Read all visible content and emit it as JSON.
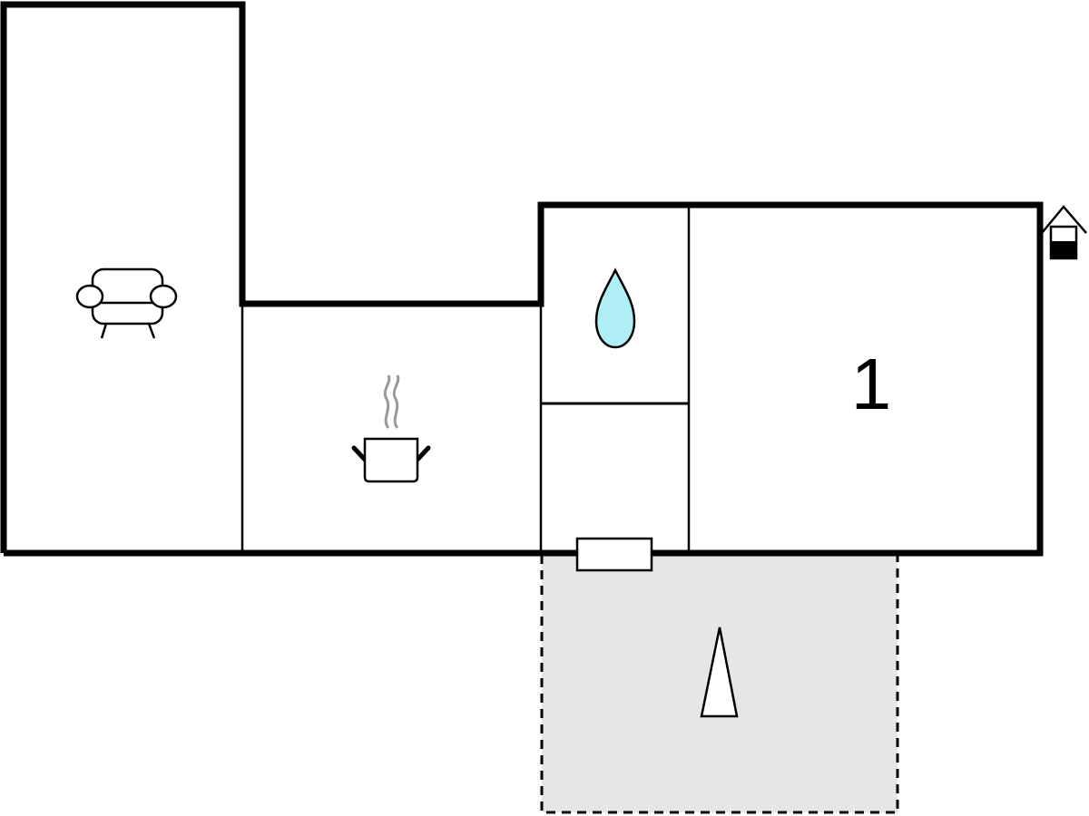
{
  "floorplan": {
    "rooms": [
      {
        "type": "living-room",
        "icon": "armchair-icon"
      },
      {
        "type": "kitchen",
        "icon": "cooking-pot-icon"
      },
      {
        "type": "bathroom",
        "icon": "water-drop-icon"
      },
      {
        "type": "hallway",
        "icon": ""
      },
      {
        "type": "bedroom",
        "icon": "",
        "label": "1"
      },
      {
        "type": "terrace",
        "icon": "north-arrow-icon"
      }
    ],
    "entrance_icon": "house-entrance-icon",
    "colors": {
      "wall": "#000000",
      "terrace_fill": "#e6e6e6",
      "water_drop": "#aeeef5",
      "steam": "#999999",
      "background": "#ffffff"
    }
  }
}
